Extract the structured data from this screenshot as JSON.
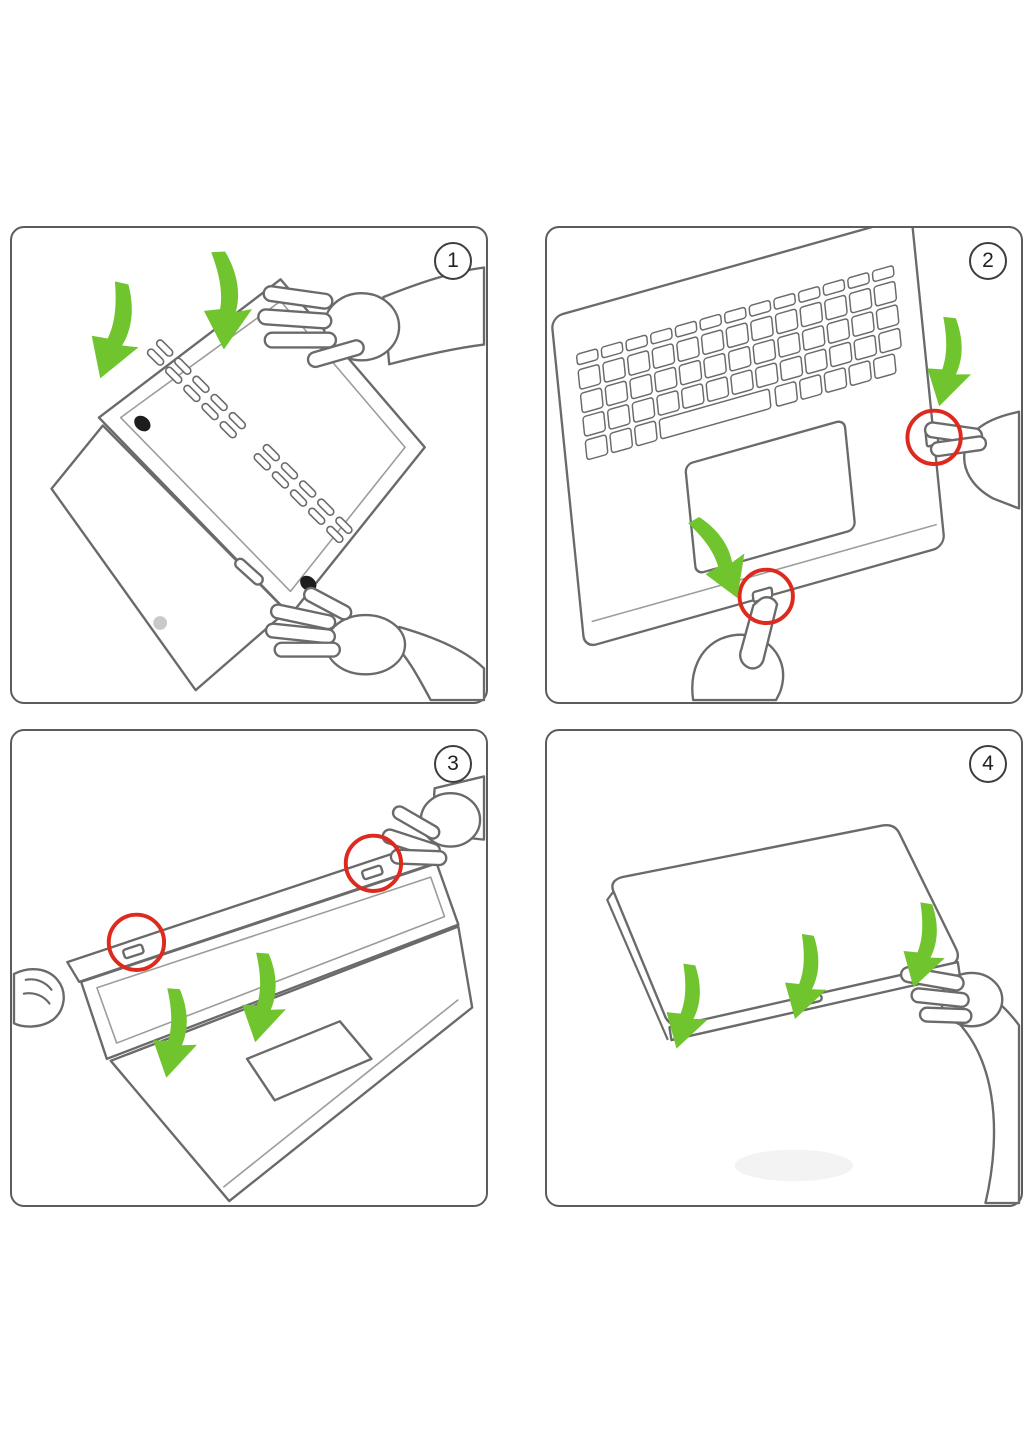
{
  "colors": {
    "arrow_green": "#70c52e",
    "clip_red": "#de2a1e",
    "outline": "#6a6a6a"
  },
  "panels": [
    {
      "step_label": "1",
      "name": "press-case-onto-laptop-bottom"
    },
    {
      "step_label": "2",
      "name": "snap-clips-on-side-and-front-edges"
    },
    {
      "step_label": "3",
      "name": "align-top-cover-clips-over-screen"
    },
    {
      "step_label": "4",
      "name": "press-front-edge-of-closed-laptop"
    }
  ]
}
